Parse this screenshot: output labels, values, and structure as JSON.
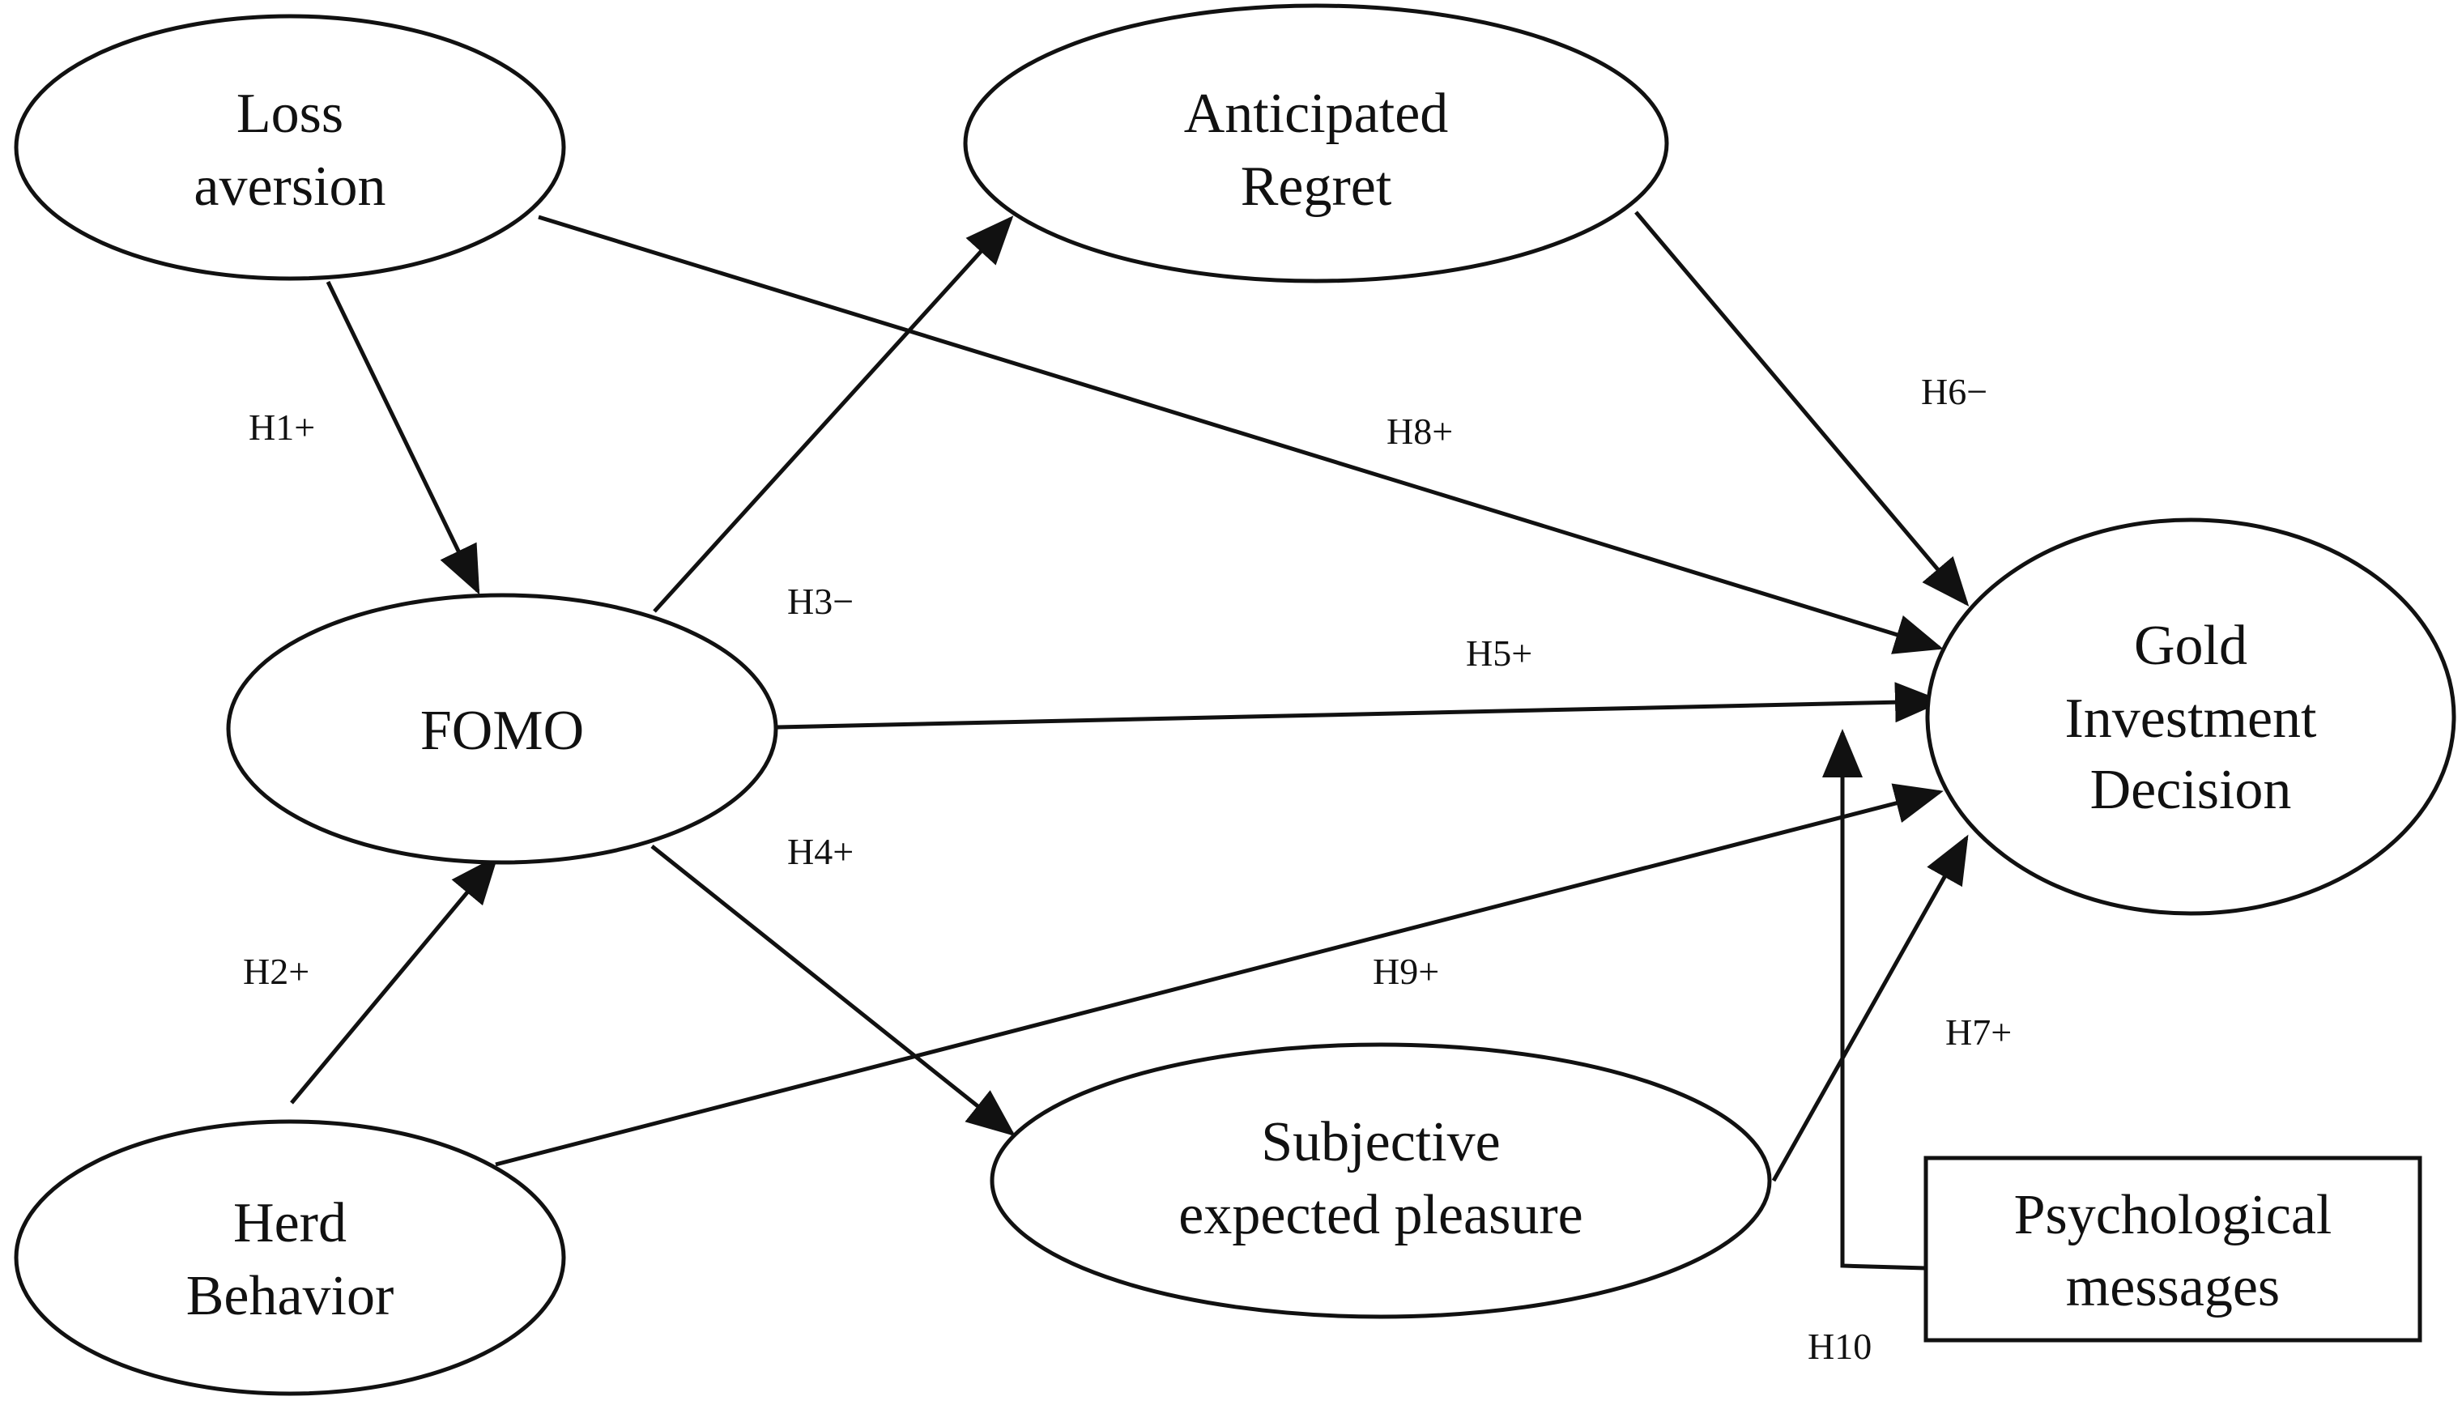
{
  "colors": {
    "stroke": "#111111",
    "background": "#ffffff",
    "text": "#111111"
  },
  "nodes": {
    "loss_aversion": {
      "line1": "Loss",
      "line2": "aversion"
    },
    "anticipated_regret": {
      "line1": "Anticipated",
      "line2": "Regret"
    },
    "fomo": {
      "line1": "FOMO"
    },
    "gold_investment_decision": {
      "line1": "Gold",
      "line2": "Investment",
      "line3": "Decision"
    },
    "herd_behavior": {
      "line1": "Herd",
      "line2": "Behavior"
    },
    "subjective_expected_pleasure": {
      "line1": "Subjective",
      "line2": "expected pleasure"
    },
    "psychological_messages": {
      "line1": "Psychological",
      "line2": "messages"
    }
  },
  "edges": {
    "h1": {
      "label": "H1+"
    },
    "h2": {
      "label": "H2+"
    },
    "h3": {
      "label": "H3−"
    },
    "h4": {
      "label": "H4+"
    },
    "h5": {
      "label": "H5+"
    },
    "h6": {
      "label": "H6−"
    },
    "h7": {
      "label": "H7+"
    },
    "h8": {
      "label": "H8+"
    },
    "h9": {
      "label": "H9+"
    },
    "h10": {
      "label": "H10"
    }
  }
}
